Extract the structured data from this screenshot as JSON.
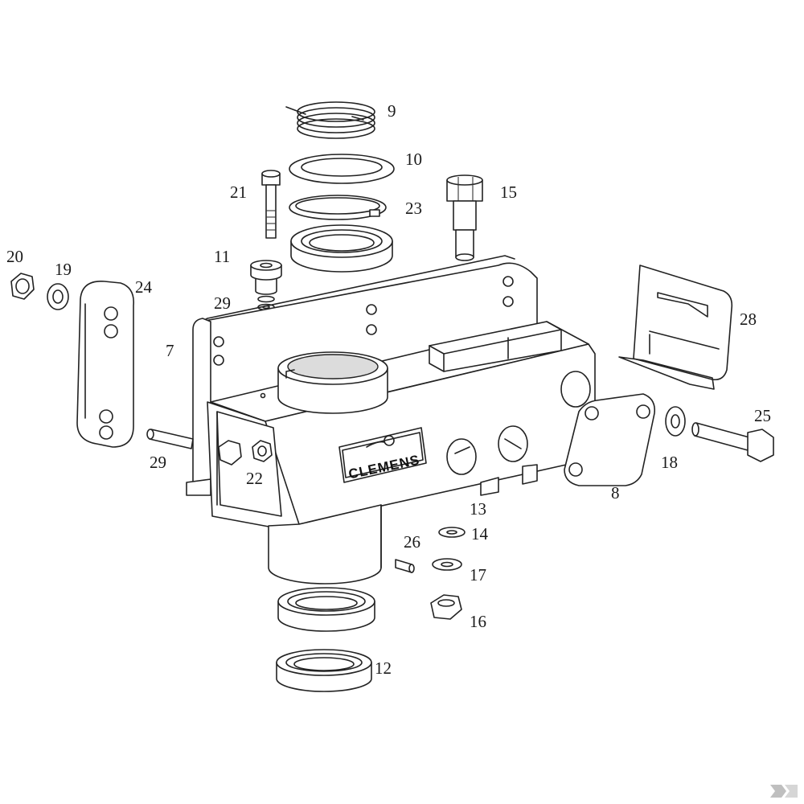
{
  "diagram": {
    "brand_plate_text": "CLEMENS",
    "part_labels": {
      "p7": "7",
      "p8": "8",
      "p9": "9",
      "p10": "10",
      "p11": "11",
      "p12": "12",
      "p13": "13",
      "p14": "14",
      "p15": "15",
      "p16": "16",
      "p17": "17",
      "p18": "18",
      "p19": "19",
      "p20": "20",
      "p21": "21",
      "p22": "22",
      "p23": "23",
      "p24": "24",
      "p25": "25",
      "p26": "26",
      "p28": "28",
      "p29a": "29",
      "p29b": "29"
    }
  },
  "logo": {
    "icon": "k-corner-logo",
    "color": "#bfbfbf"
  }
}
